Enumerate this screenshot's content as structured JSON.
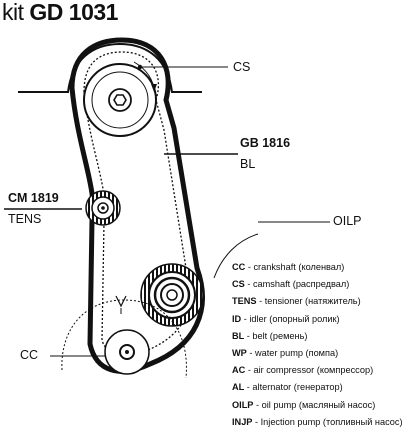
{
  "title": {
    "prefix": "kit",
    "code": "GD 1031"
  },
  "labels": {
    "cs": "CS",
    "gb_code": "GB 1816",
    "gb_type": "BL",
    "cm_code": "CM 1819",
    "cm_type": "TENS",
    "oilp": "OILP",
    "cc": "CC"
  },
  "legend": [
    {
      "code": "CC",
      "text": "crankshaft (коленвал)"
    },
    {
      "code": "CS",
      "text": "camshaft (распредвал)"
    },
    {
      "code": "TENS",
      "text": "tensioner (натяжитель)"
    },
    {
      "code": "ID",
      "text": "idler (опорный ролик)"
    },
    {
      "code": "BL",
      "text": "belt (ремень)"
    },
    {
      "code": "WP",
      "text": "water pump (помпа)"
    },
    {
      "code": "AC",
      "text": "air compressor (компрессор)"
    },
    {
      "code": "AL",
      "text": "alternator (генератор)"
    },
    {
      "code": "OILP",
      "text": "oil pump (масляный насос)"
    },
    {
      "code": "INJP",
      "text": "Injection pump (топливный насос)"
    }
  ],
  "legend_separator": " - ",
  "colors": {
    "ink": "#111111",
    "background": "#ffffff"
  }
}
